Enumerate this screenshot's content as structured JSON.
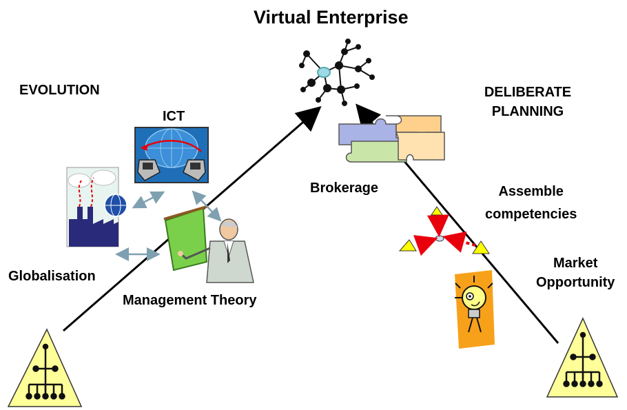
{
  "title": "Virtual Enterprise",
  "left_side": {
    "heading": "EVOLUTION",
    "ict_label": "ICT",
    "globalisation_label": "Globalisation",
    "management_label": "Management Theory"
  },
  "right_side": {
    "heading_line1": "DELIBERATE",
    "heading_line2": "PLANNING",
    "brokerage_label": "Brokerage",
    "assemble_line1": "Assemble",
    "assemble_line2": "competencies",
    "market_line1": "Market",
    "market_line2": "Opportunity"
  },
  "colors": {
    "pyramid_fill": "#ffff99",
    "arrow_red": "#e8000c",
    "triangle_yellow": "#ffff00",
    "puzzle_purple": "#aab3e6",
    "puzzle_orange": "#ffd08c",
    "puzzle_green": "#c9e6a8",
    "ict_blue": "#1f6fb8",
    "figure_green": "#66cc33",
    "factory_navy": "#2a2a7a"
  },
  "icons": [
    "network-icon",
    "ict-computers-icon",
    "factory-globe-icon",
    "presenter-icon",
    "puzzle-icon",
    "lightbulb-icon",
    "hierarchy-pyramid-icon"
  ]
}
